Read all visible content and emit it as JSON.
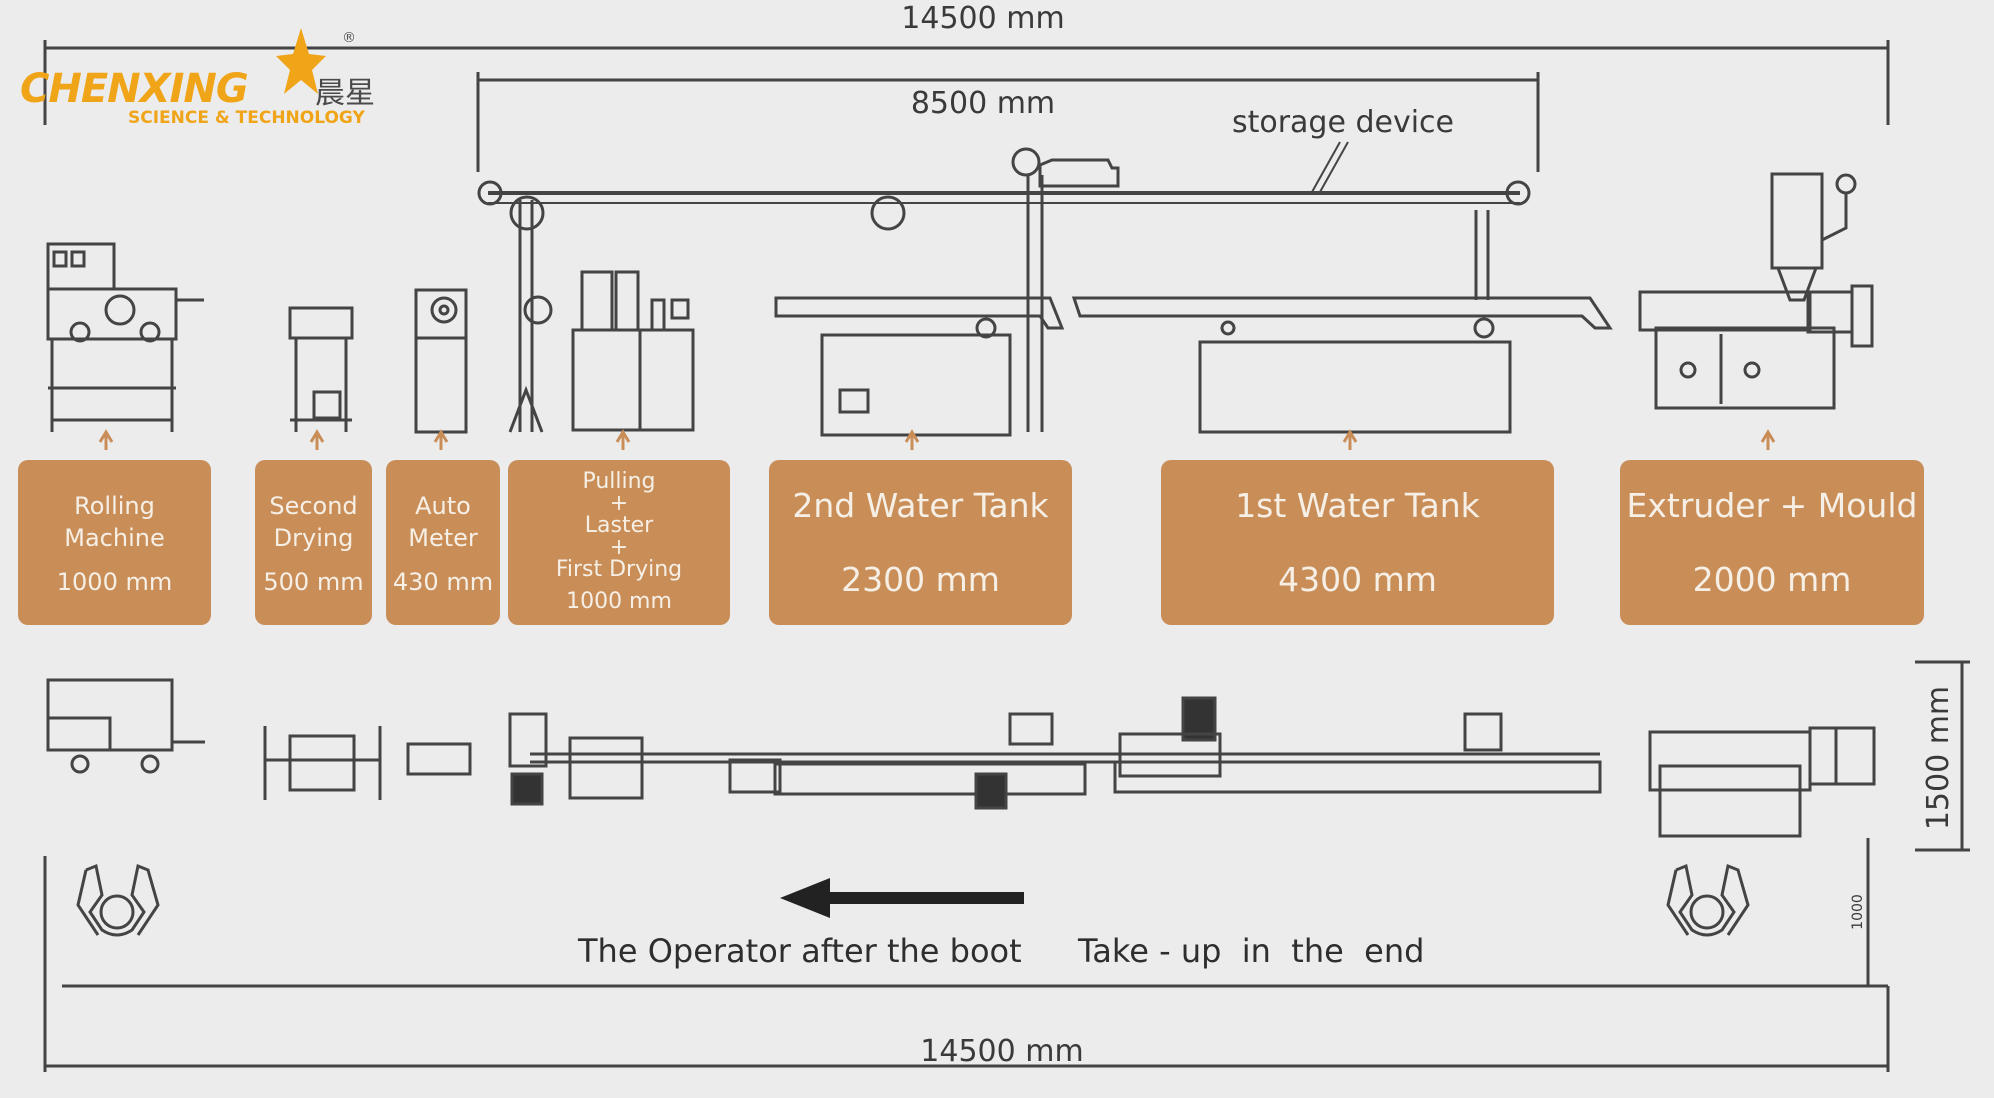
{
  "logo": {
    "brand": "CHENXING",
    "tagline": "SCIENCE & TECHNOLOGY",
    "chinese": "晨星",
    "registered": "®",
    "colors": {
      "brand": "#f0a418"
    }
  },
  "dimensions": {
    "top_total": "14500 mm",
    "storage_span": "8500 mm",
    "storage_label": "storage device",
    "bottom_total": "14500 mm",
    "side_width": "1500 mm",
    "small_side": "1000"
  },
  "stations": [
    {
      "name": "Rolling\nMachine",
      "length": "1000 mm"
    },
    {
      "name": "Second\nDrying",
      "length": "500 mm"
    },
    {
      "name": "Auto\nMeter",
      "length": "430 mm"
    },
    {
      "name": "Pulling\n+\nLaster\n+\nFirst Drying",
      "length": "1000 mm"
    },
    {
      "name": "2nd  Water Tank",
      "length": "2300 mm"
    },
    {
      "name": "1st  Water Tank",
      "length": "4300 mm"
    },
    {
      "name": "Extruder + Mould",
      "length": "2000 mm"
    }
  ],
  "captions": {
    "operator": "The Operator after the boot",
    "takeup": "Take - up  in  the  end"
  },
  "colors": {
    "label_box": "#c98e58",
    "line": "#444444",
    "background": "#ececec"
  }
}
